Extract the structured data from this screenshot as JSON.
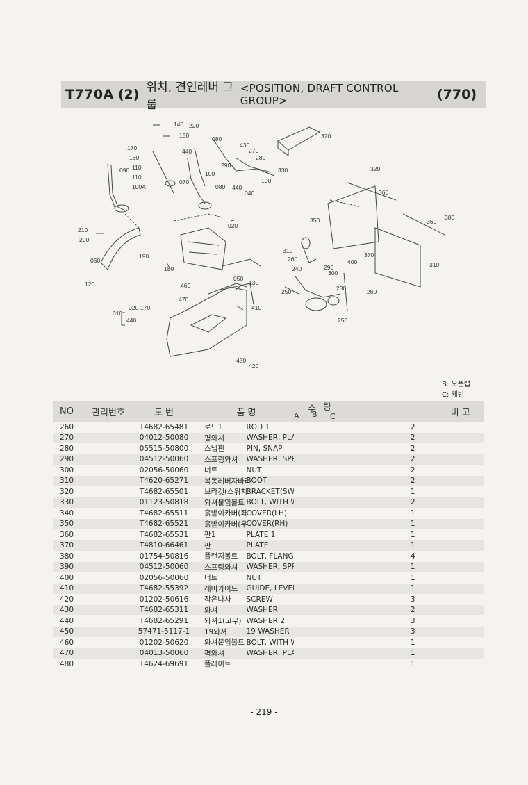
{
  "header": {
    "code": "T770A",
    "sub": "(2)",
    "title_kr": "위치, 견인레버 그룹",
    "title_en": "<POSITION, DRAFT CONTROL GROUP>",
    "number": "(770)"
  },
  "diagram": {
    "callouts": [
      "140",
      "220",
      "150",
      "010",
      "180",
      "160",
      "100",
      "110",
      "100A",
      "440",
      "070",
      "080",
      "430",
      "270",
      "290",
      "320",
      "280",
      "330",
      "100",
      "080",
      "440",
      "100",
      "040",
      "320",
      "360",
      "350",
      "380",
      "360",
      "010",
      "020",
      "210",
      "200",
      "060",
      "190",
      "120",
      "180",
      "050",
      "130",
      "310",
      "290",
      "260",
      "400",
      "370",
      "240",
      "290",
      "300",
      "250",
      "230",
      "250",
      "260",
      "460",
      "470",
      "020-170",
      "440",
      "010",
      "410",
      "450",
      "420"
    ]
  },
  "legend": {
    "line1": "B: 오픈캡",
    "line2": "C: 캐빈"
  },
  "table": {
    "headers": {
      "no": "NO",
      "mgmt": "관리번호",
      "part_no": "도     번",
      "name": "품          명",
      "qty": "수",
      "qty2": "량",
      "a": "A",
      "b": "B",
      "c": "C",
      "remarks": "비   고"
    },
    "rows": [
      {
        "no": "260",
        "part": "T4682-65481",
        "kr": "로드1",
        "en": "ROD 1",
        "a": "",
        "b": "",
        "c": "2"
      },
      {
        "no": "270",
        "part": "04012-50080",
        "kr": "평와셔",
        "en": "WASHER, PLAIN",
        "a": "",
        "b": "",
        "c": "2"
      },
      {
        "no": "280",
        "part": "05515-50800",
        "kr": "스냅핀",
        "en": "PIN, SNAP",
        "a": "",
        "b": "",
        "c": "2"
      },
      {
        "no": "290",
        "part": "04512-50060",
        "kr": "스프링와셔",
        "en": "WASHER, SPRING",
        "a": "",
        "b": "",
        "c": "2"
      },
      {
        "no": "300",
        "part": "02056-50060",
        "kr": "너트",
        "en": "NUT",
        "a": "",
        "b": "",
        "c": "2"
      },
      {
        "no": "310",
        "part": "T4620-65271",
        "kr": "복동레버자바라",
        "en": "BOOT",
        "a": "",
        "b": "",
        "c": "2"
      },
      {
        "no": "320",
        "part": "T4682-65501",
        "kr": "브라켓(스위치)",
        "en": "BRACKET(SWITCH)",
        "a": "",
        "b": "",
        "c": "1"
      },
      {
        "no": "330",
        "part": "01123-50818",
        "kr": "와셔붙임볼트",
        "en": "BOLT, WITH WASHER",
        "a": "",
        "b": "",
        "c": "2"
      },
      {
        "no": "340",
        "part": "T4682-65511",
        "kr": "흙받이카버(좌)",
        "en": "COVER(LH)",
        "a": "",
        "b": "",
        "c": "1"
      },
      {
        "no": "350",
        "part": "T4682-65521",
        "kr": "흙받이카버(우)",
        "en": "COVER(RH)",
        "a": "",
        "b": "",
        "c": "1"
      },
      {
        "no": "360",
        "part": "T4682-65531",
        "kr": "판1",
        "en": "PLATE 1",
        "a": "",
        "b": "",
        "c": "1"
      },
      {
        "no": "370",
        "part": "T4810-66461",
        "kr": "판",
        "en": "PLATE",
        "a": "",
        "b": "",
        "c": "1"
      },
      {
        "no": "380",
        "part": "01754-50816",
        "kr": "플랜지볼트",
        "en": "BOLT, FLANGE",
        "a": "",
        "b": "",
        "c": "4"
      },
      {
        "no": "390",
        "part": "04512-50060",
        "kr": "스프링와셔",
        "en": "WASHER, SPRING",
        "a": "",
        "b": "",
        "c": "1"
      },
      {
        "no": "400",
        "part": "02056-50060",
        "kr": "너트",
        "en": "NUT",
        "a": "",
        "b": "",
        "c": "1"
      },
      {
        "no": "410",
        "part": "T4682-55392",
        "kr": "레버가이드",
        "en": "GUIDE, LEVER",
        "a": "",
        "b": "",
        "c": "1"
      },
      {
        "no": "420",
        "part": "01202-50616",
        "kr": "작은나사",
        "en": "SCREW",
        "a": "",
        "b": "",
        "c": "3"
      },
      {
        "no": "430",
        "part": "T4682-65311",
        "kr": "와셔",
        "en": "WASHER",
        "a": "",
        "b": "",
        "c": "2"
      },
      {
        "no": "440",
        "part": "T4682-65291",
        "kr": "와셔1(고무)",
        "en": "WASHER 2",
        "a": "",
        "b": "",
        "c": "3"
      },
      {
        "no": "450",
        "part": "57471-5117-1",
        "kr": "19와셔",
        "en": "19 WASHER",
        "a": "",
        "b": "",
        "c": "3"
      },
      {
        "no": "460",
        "part": "01202-50620",
        "kr": "와셔붙임볼트",
        "en": "BOLT, WITH WASHER",
        "a": "",
        "b": "",
        "c": "1"
      },
      {
        "no": "470",
        "part": "04013-50060",
        "kr": "평와셔",
        "en": "WASHER, PLAIN",
        "a": "",
        "b": "",
        "c": "1"
      },
      {
        "no": "480",
        "part": "T4624-69691",
        "kr": "플레이트",
        "en": "",
        "a": "",
        "b": "",
        "c": "1"
      }
    ]
  },
  "footer": {
    "page": "- 219 -"
  }
}
